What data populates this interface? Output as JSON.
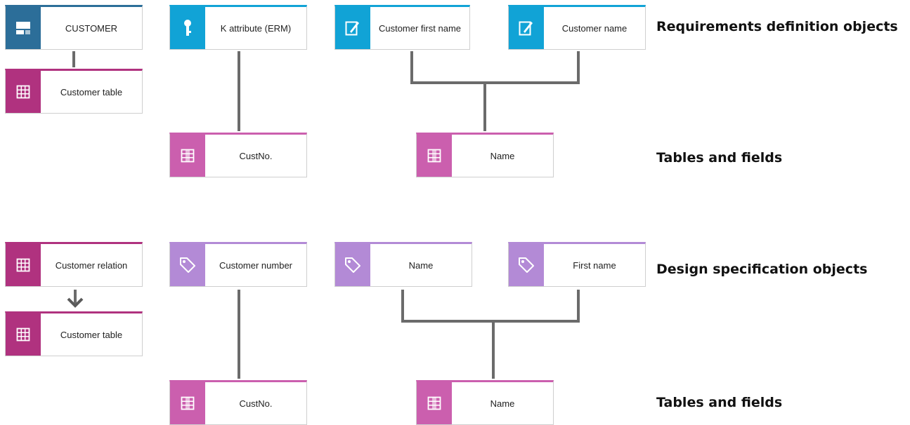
{
  "colors": {
    "entity": "#2c6e99",
    "attribute": "#11a3d6",
    "table": "#b0327f",
    "field": "#cb5fae",
    "design": "#b38ad6",
    "connector": "#6b6b6b"
  },
  "headings": {
    "requirements": "Requirements definition objects",
    "tables_fields_1": "Tables and fields",
    "design": "Design specification objects",
    "tables_fields_2": "Tables and fields"
  },
  "nodes": {
    "customer": {
      "label": "CUSTOMER",
      "icon": "entity-type-icon"
    },
    "customer_table_1": {
      "label": "Customer table",
      "icon": "table-grid-icon"
    },
    "k_attribute": {
      "label": "K attribute (ERM)",
      "icon": "key-icon"
    },
    "customer_first_name": {
      "label": "Customer first name",
      "icon": "attribute-pen-icon"
    },
    "customer_name": {
      "label": "Customer name",
      "icon": "attribute-pen-icon"
    },
    "custno_1": {
      "label": "CustNo.",
      "icon": "field-icon"
    },
    "name_1": {
      "label": "Name",
      "icon": "field-icon"
    },
    "customer_relation": {
      "label": "Customer relation",
      "icon": "table-grid-icon"
    },
    "customer_table_2": {
      "label": "Customer table",
      "icon": "table-grid-icon"
    },
    "customer_number": {
      "label": "Customer number",
      "icon": "tag-icon"
    },
    "design_name": {
      "label": "Name",
      "icon": "tag-icon"
    },
    "first_name": {
      "label": "First name",
      "icon": "tag-icon"
    },
    "custno_2": {
      "label": "CustNo.",
      "icon": "field-icon"
    },
    "name_2": {
      "label": "Name",
      "icon": "field-icon"
    }
  }
}
